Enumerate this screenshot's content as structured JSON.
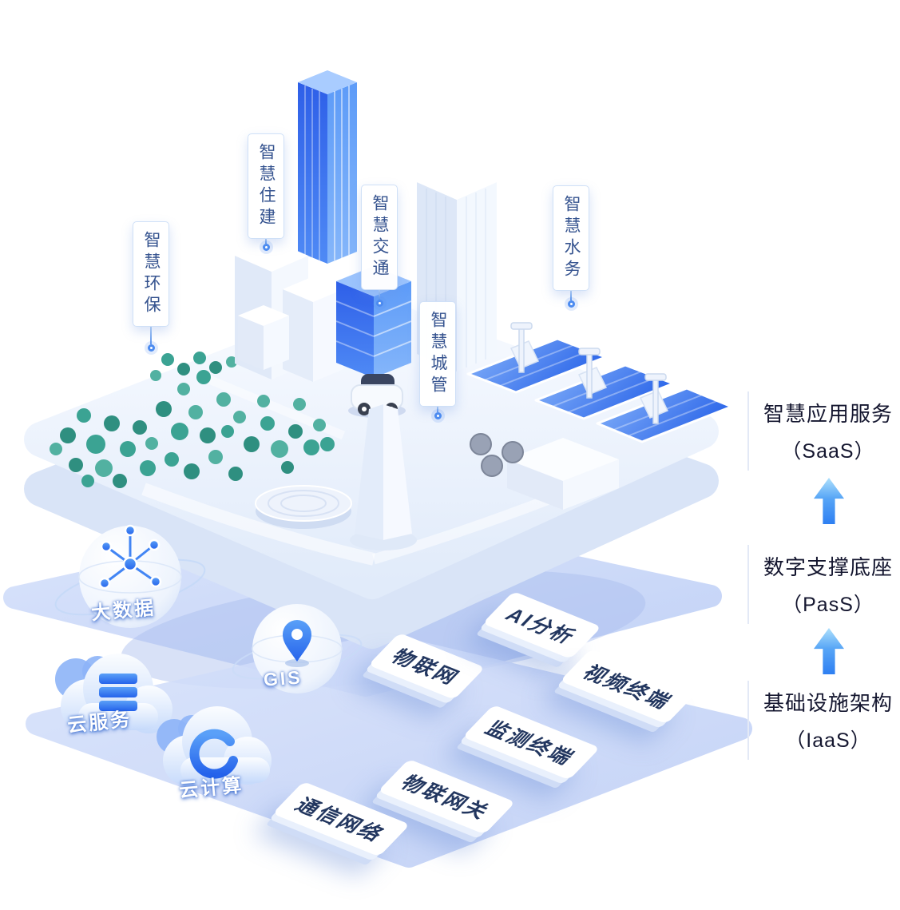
{
  "colors": {
    "accent_blue": "#2e6ff0",
    "deep_blue": "#2553e0",
    "layer_blue": "#c9d7f8",
    "tree_teal": "#3a9c8e",
    "text_dark": "#14162f",
    "callout_text": "#35538f",
    "slab_text": "#22365f"
  },
  "callouts": [
    {
      "label": "智慧环保"
    },
    {
      "label": "智慧住建"
    },
    {
      "label": "智慧交通"
    },
    {
      "label": "智慧城管"
    },
    {
      "label": "智慧水务"
    }
  ],
  "slabs": [
    {
      "label": "物联网"
    },
    {
      "label": "AI分析"
    },
    {
      "label": "视频终端"
    },
    {
      "label": "监测终端"
    },
    {
      "label": "物联网关"
    },
    {
      "label": "通信网络"
    }
  ],
  "tech": [
    {
      "label": "大数据",
      "icon": "network-nodes-icon"
    },
    {
      "label": "GIS",
      "icon": "map-pin-globe-icon"
    },
    {
      "label": "云服务",
      "icon": "server-stack-cloud-icon"
    },
    {
      "label": "云计算",
      "icon": "cloud-computing-icon"
    }
  ],
  "stack": [
    {
      "title": "智慧应用服务",
      "subtitle": "（SaaS）"
    },
    {
      "title": "数字支撑底座",
      "subtitle": "（PasS）"
    },
    {
      "title": "基础设施架构",
      "subtitle": "（IaaS）"
    }
  ]
}
